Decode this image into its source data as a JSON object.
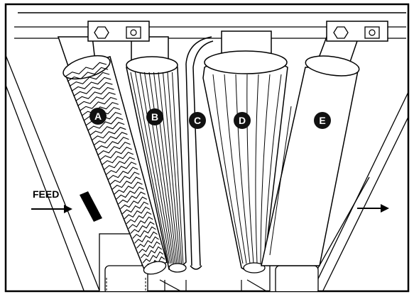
{
  "diagram": {
    "feed_label": "FEED",
    "callouts": [
      {
        "id": "a",
        "letter": "A"
      },
      {
        "id": "b",
        "letter": "B"
      },
      {
        "id": "c",
        "letter": "C"
      },
      {
        "id": "d",
        "letter": "D"
      },
      {
        "id": "e",
        "letter": "E"
      }
    ],
    "colors": {
      "line": "#000000",
      "fill": "#ffffff",
      "badge": "#111111",
      "badge_text": "#ffffff"
    }
  }
}
